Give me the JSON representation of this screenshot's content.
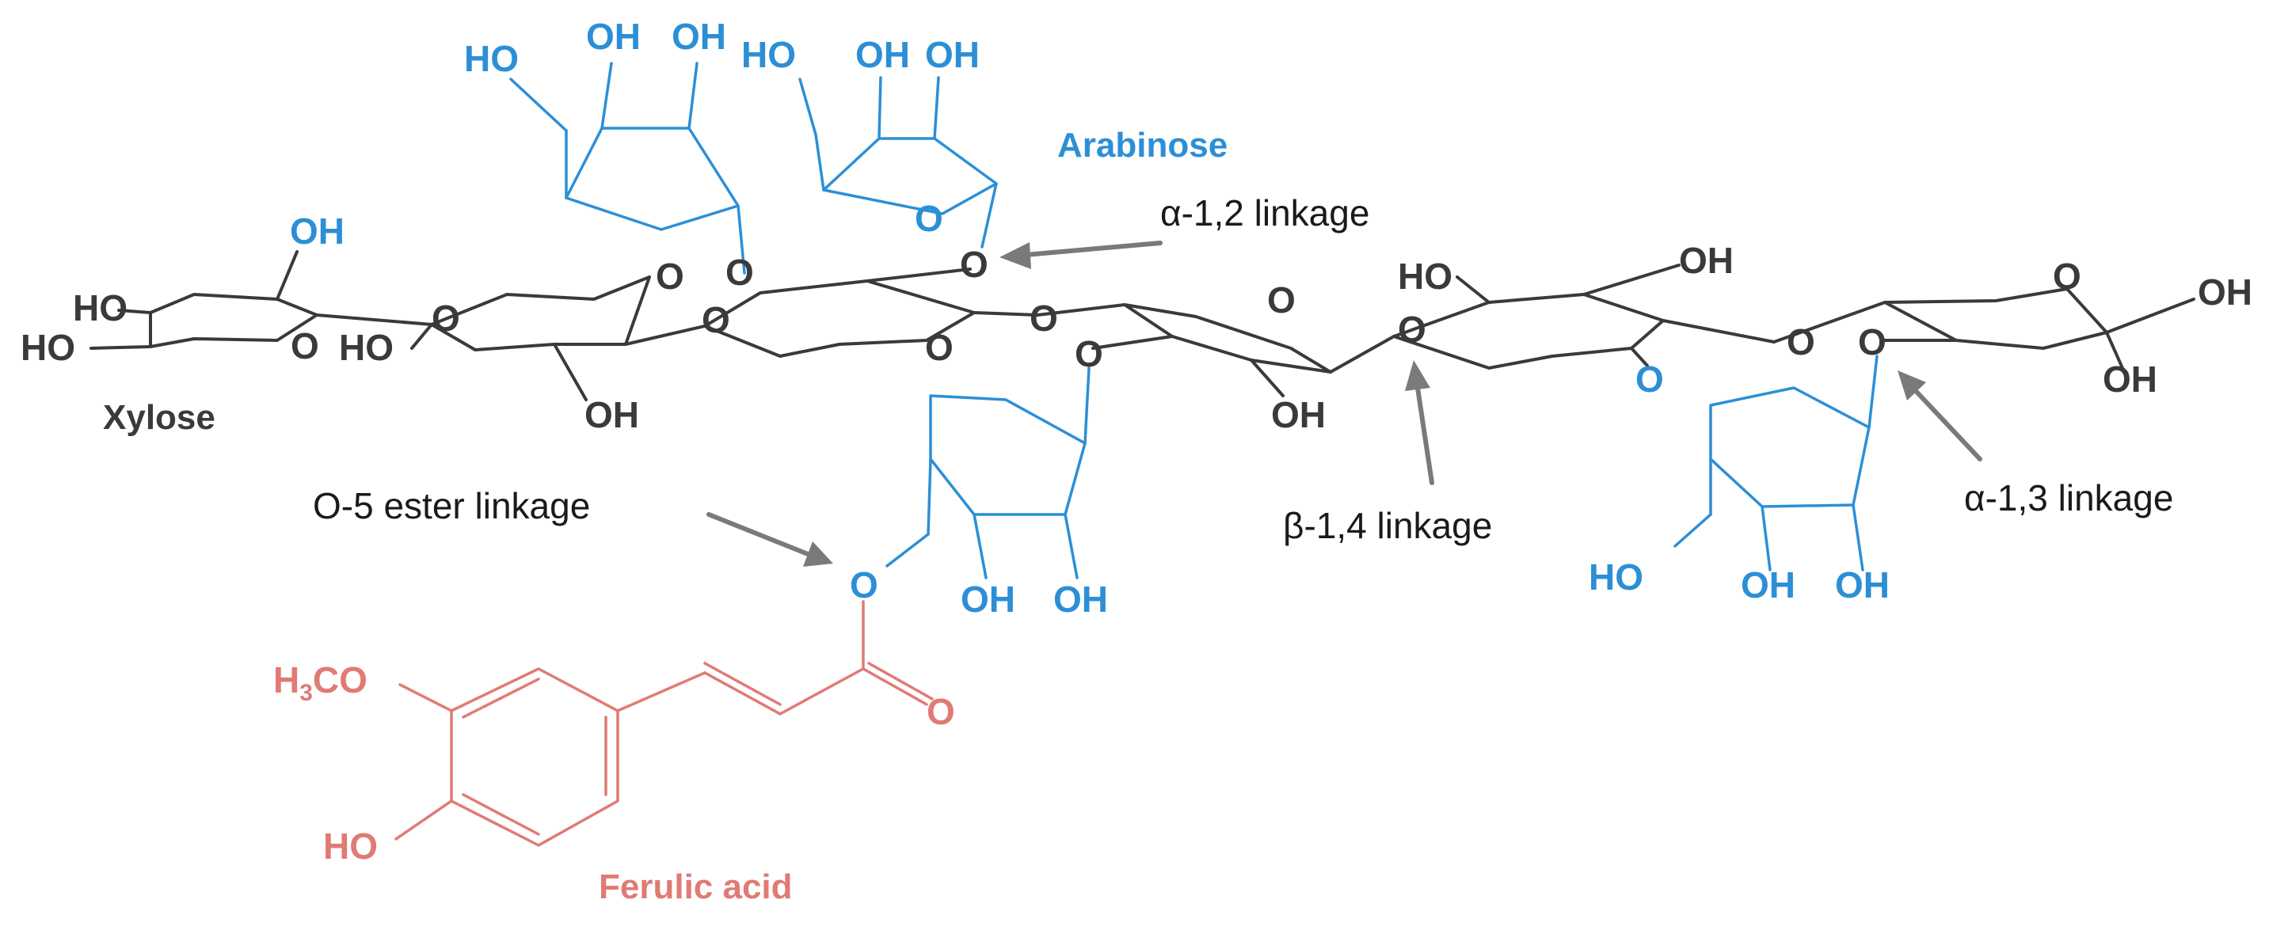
{
  "colors": {
    "backbone": "#3a3a3a",
    "arabinose": "#2c8fd6",
    "ferulic": "#e07b74",
    "arrow": "#7a7a7a"
  },
  "labels": {
    "xylose": "Xylose",
    "arabinose": "Arabinose",
    "ferulic_acid": "Ferulic acid",
    "alpha12": "α-1,2 linkage",
    "alpha13": "α-1,3 linkage",
    "beta14": "β-1,4 linkage",
    "o5_ester": "O-5 ester linkage"
  },
  "atoms": {
    "oh": "OH",
    "ho": "HO",
    "o": "O",
    "h3co_h": "H",
    "h3co_3": "3",
    "h3co_co": "CO"
  }
}
